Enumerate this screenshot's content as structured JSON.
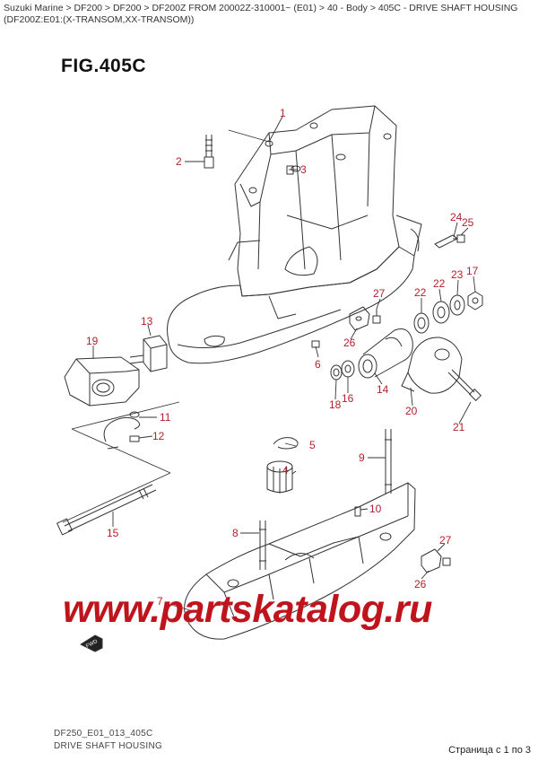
{
  "breadcrumb": "Suzuki Marine > DF200 > DF200 > DF200Z  FROM 20002Z-310001~ (E01) > 40 - Body > 405C - DRIVE SHAFT HOUSING (DF200Z:E01:(X-TRANSOM,XX-TRANSOM))",
  "figure_title": "FIG.405C",
  "callouts": {
    "c1": "1",
    "c2": "2",
    "c3": "3",
    "c4": "4",
    "c5": "5",
    "c6": "6",
    "c7": "7",
    "c8": "8",
    "c9": "9",
    "c10": "10",
    "c11": "11",
    "c12": "12",
    "c13": "13",
    "c14": "14",
    "c15": "15",
    "c16": "16",
    "c17": "17",
    "c18": "18",
    "c19": "19",
    "c20": "20",
    "c21": "21",
    "c22a": "22",
    "c22b": "22",
    "c23": "23",
    "c24": "24",
    "c25": "25",
    "c26a": "26",
    "c26b": "26",
    "c27a": "27",
    "c27b": "27"
  },
  "fwd_label": "FWD",
  "footer": {
    "code": "DF250_E01_013_405C",
    "name": "DRIVE SHAFT HOUSING"
  },
  "watermark": "www.partskatalog.ru",
  "page_info": "Страница с 1 по 3",
  "colors": {
    "callout": "#b3202a",
    "watermark": "#c0141c",
    "line": "#333333"
  }
}
